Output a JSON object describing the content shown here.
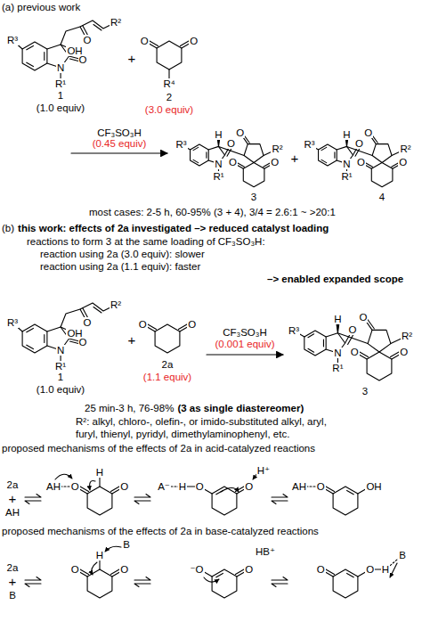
{
  "diagram": {
    "labels": [
      "(a) previous work",
      "R²",
      "R³",
      "OH",
      "O",
      "O",
      "N",
      "R¹",
      "+",
      "O",
      "O",
      "R⁴",
      "1",
      "(1.0 equiv)",
      "2",
      "(3.0 equiv)",
      "CF₃SO₃H",
      "(0.45 equiv)",
      "O",
      "H",
      "R²",
      "R³",
      "O",
      "O",
      "O",
      "N",
      "R¹",
      "+",
      "O",
      "H",
      "R²",
      "R³",
      "O",
      "O",
      "O",
      "N",
      "R¹",
      "3",
      "4",
      "most cases: 2-5 h, 60-95% (3 + 4), 3/4 = 2.6:1 ~ >20:1",
      "(b)",
      "this work: effects of 2a investigated –> reduced catalyst loading",
      "reactions to form 3 at the same loading of CF₃SO₃H:",
      "reaction using 2a (3.0 equiv): slower",
      "reaction using 2a (1.1 equiv): faster",
      "–> enabled expanded scope",
      "R²",
      "R³",
      "OH",
      "O",
      "O",
      "N",
      "R¹",
      "+",
      "O",
      "O",
      "1",
      "(1.0 equiv)",
      "2a",
      "(1.1 equiv)",
      "CF₃SO₃H",
      "(0.001 equiv)",
      "O",
      "H",
      "R²",
      "R³",
      "O",
      "O",
      "O",
      "N",
      "R¹",
      "3",
      "25 min-3 h, 76-98%",
      "(3 as single diastereomer)",
      "R²: alkyl, chloro-, olefin-, or imido-substituted alkyl, aryl,",
      "furyl, thienyl, pyridyl, dimethylaminophenyl, etc.",
      "proposed mechanisms of the effects of 2a in acid-catalyzed reactions",
      "2a",
      "+",
      "AH",
      "H",
      "AH",
      "O",
      "O",
      "H⁺",
      "A⁻",
      "H",
      "O",
      "O",
      "AH",
      "O",
      "OH",
      "proposed mechanisms of the effects of 2a in base-catalyzed reactions",
      "2a",
      "+",
      "B",
      "B",
      "H",
      "O",
      "O",
      "HB⁺",
      "⁻O",
      "O",
      "B",
      "O",
      "O",
      "H"
    ]
  }
}
